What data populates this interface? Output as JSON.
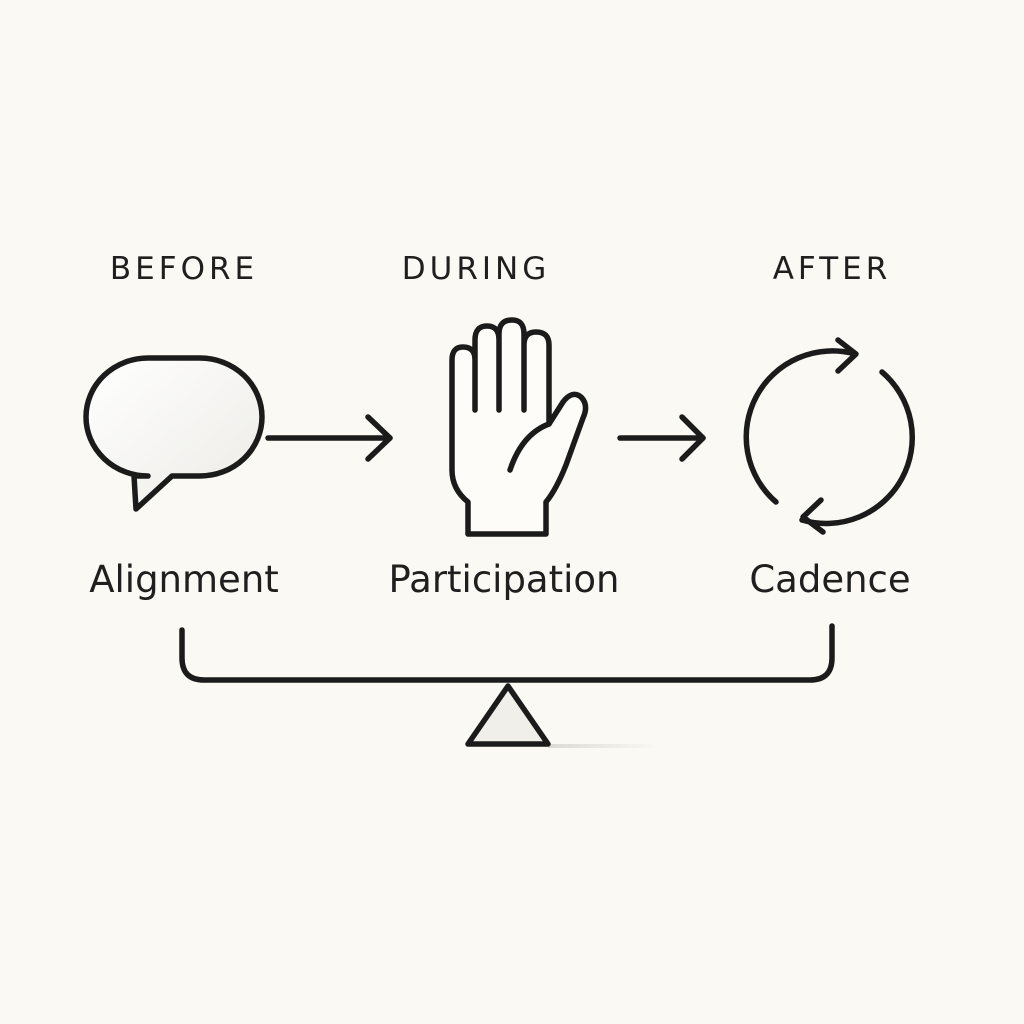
{
  "stages": [
    {
      "phase": "BEFORE",
      "label": "Alignment",
      "icon": "speech-bubble-icon"
    },
    {
      "phase": "DURING",
      "label": "Participation",
      "icon": "raised-hand-icon"
    },
    {
      "phase": "AFTER",
      "label": "Cadence",
      "icon": "cycle-arrows-icon"
    }
  ],
  "connector": "arrow-right-icon",
  "base_icon": "balance-scale-icon",
  "colors": {
    "background": "#fbf9f3",
    "ink": "#1b1b1b",
    "icon_fill": "#fdfcf8",
    "fulcrum_fill": "#f1efea"
  }
}
